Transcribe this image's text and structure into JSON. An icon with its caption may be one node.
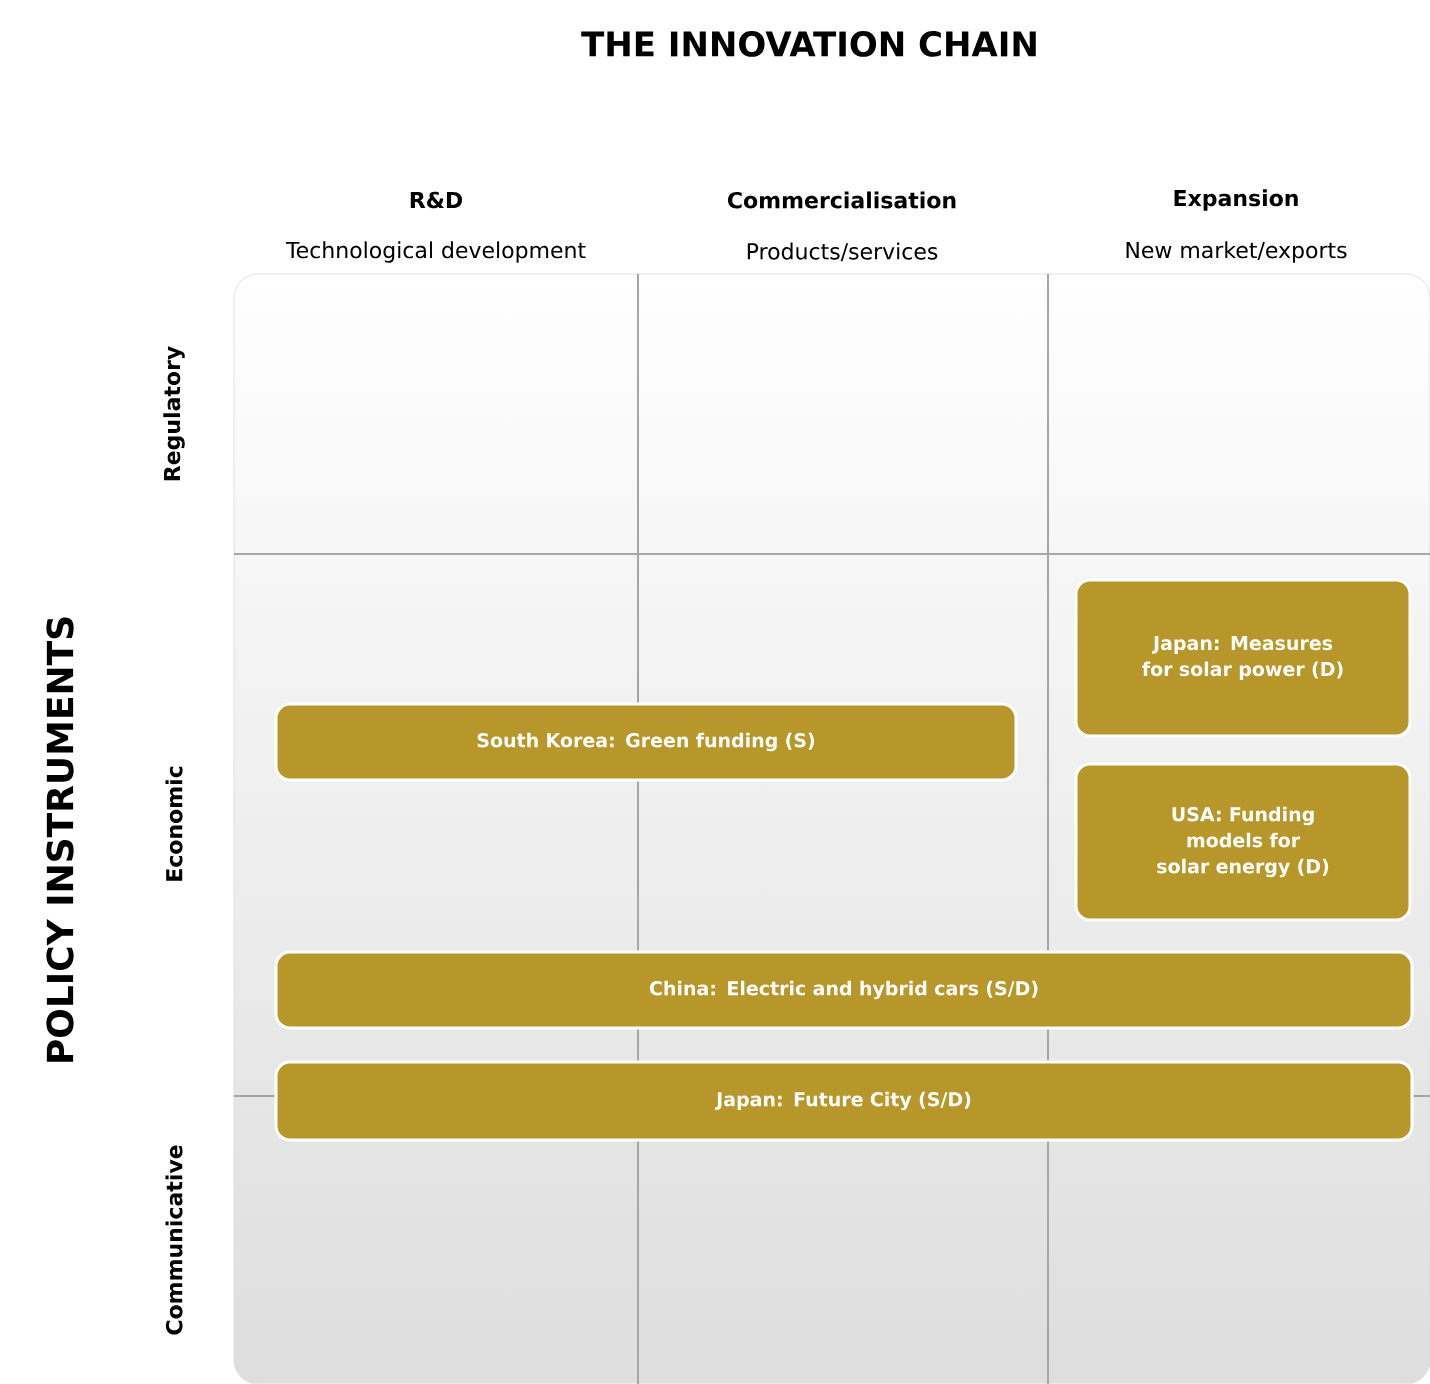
{
  "diagram": {
    "title": "THE INNOVATION CHAIN",
    "nodes": [
      {
        "text": [
          "Japan: Measures for solar power (D)"
        ]
      },
      {
        "text": [
          "South Korea: Green funding (S)"
        ]
      },
      {
        "text": [
          "USA: Funding models for solar energy (D)"
        ]
      },
      {
        "text": [
          "China: Electric and hybrid cars (S/D)"
        ]
      },
      {
        "text": [
          "Japan: Future City (S/D)"
        ]
      }
    ],
    "labels": [
      "R&D",
      "Technological development",
      "Commercialisation",
      "Products/services",
      "Expansion",
      "New market/exports",
      "POLICY INSTRUMENTS",
      "Regulatory",
      "Economic",
      "Communicative"
    ]
  }
}
